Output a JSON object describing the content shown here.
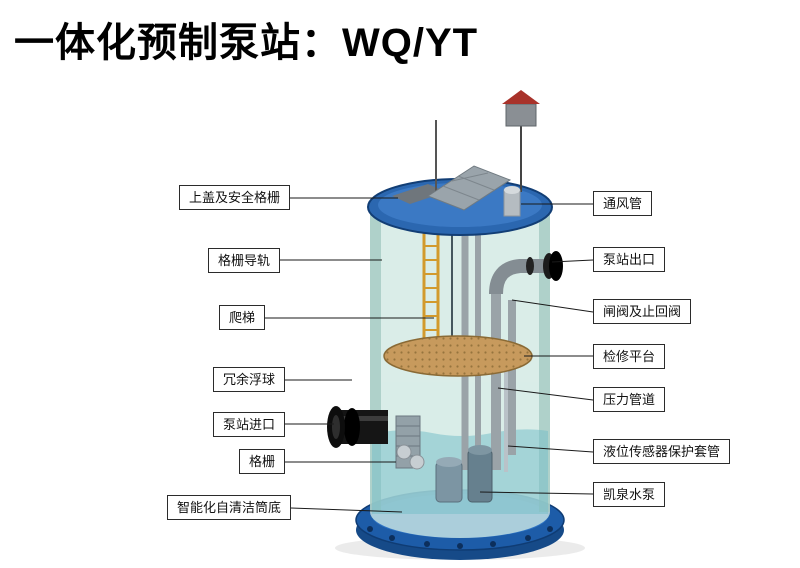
{
  "title": "一体化预制泵站：WQ/YT",
  "labels": {
    "left": [
      {
        "text": "上盖及安全格栅"
      },
      {
        "text": "格栅导轨"
      },
      {
        "text": "爬梯"
      },
      {
        "text": "冗余浮球"
      },
      {
        "text": "泵站进口"
      },
      {
        "text": "格栅"
      },
      {
        "text": "智能化自清洁筒底"
      }
    ],
    "right": [
      {
        "text": "通风管"
      },
      {
        "text": "泵站出口"
      },
      {
        "text": "闸阀及止回阀"
      },
      {
        "text": "检修平台"
      },
      {
        "text": "压力管道"
      },
      {
        "text": "液位传感器保护套管"
      },
      {
        "text": "凯泉水泵"
      }
    ]
  },
  "colors": {
    "lid_blue": "#2b67b0",
    "lid_blue_light": "#3b79c4",
    "base_blue": "#1d5ca8",
    "base_blue_light": "#2e73c4",
    "tank_teal": "#cfe8e2",
    "water_teal": "#79c0c8",
    "platform_tan": "#c79a5d",
    "ladder_yellow": "#d29a2d",
    "pipe_grey": "#9aa3a8",
    "inlet_black": "#151515",
    "roof_red": "#a8322a"
  }
}
